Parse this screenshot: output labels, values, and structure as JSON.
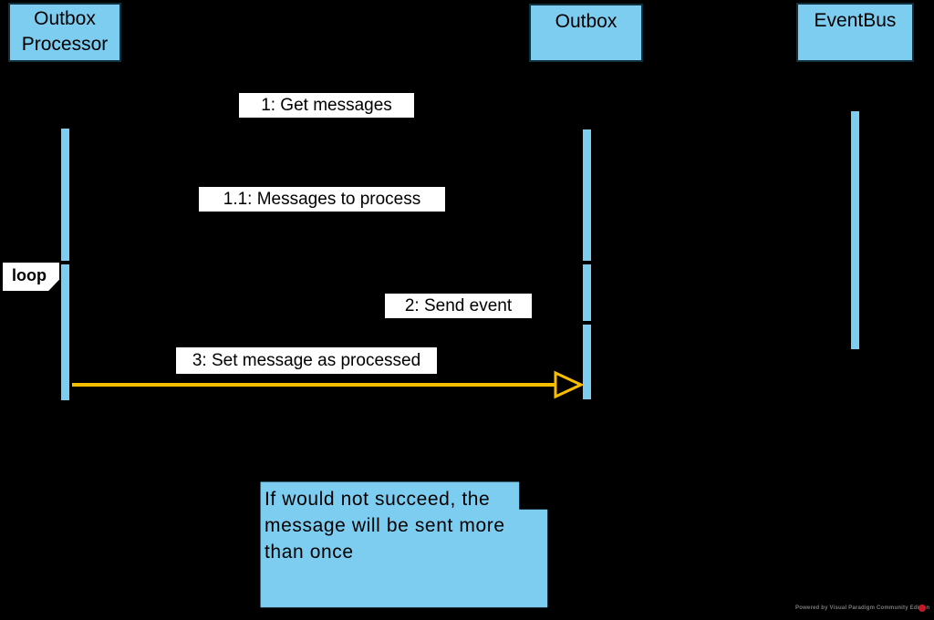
{
  "diagram": {
    "type": "uml-sequence-diagram",
    "background": "#000000"
  },
  "colors": {
    "shape_fill": "#7DCDF0",
    "shape_border": "#11303F",
    "bar_border": "#000000",
    "highlight_arrow": "#F7BE00",
    "label_bg": "#FFFFFF",
    "text": "#000000",
    "watermark_text": "#7A7A7A",
    "logo_red": "#C41A27"
  },
  "actors": {
    "outbox_processor": {
      "line1": "Outbox",
      "line2": "Processor"
    },
    "outbox": {
      "label": "Outbox"
    },
    "eventbus": {
      "label": "EventBus"
    }
  },
  "messages": {
    "m1": {
      "label": "1: Get messages"
    },
    "m1_1": {
      "label": "1.1: Messages to process"
    },
    "m2": {
      "label": "2: Send event"
    },
    "m3": {
      "label": "3: Set message as processed"
    }
  },
  "fragment": {
    "operator": "loop"
  },
  "note": {
    "line1": "If would not succeed, the",
    "line2": "message will be sent more",
    "line3": "than once"
  },
  "watermark": {
    "text": "Powered by Visual Paradigm Community Edition"
  }
}
